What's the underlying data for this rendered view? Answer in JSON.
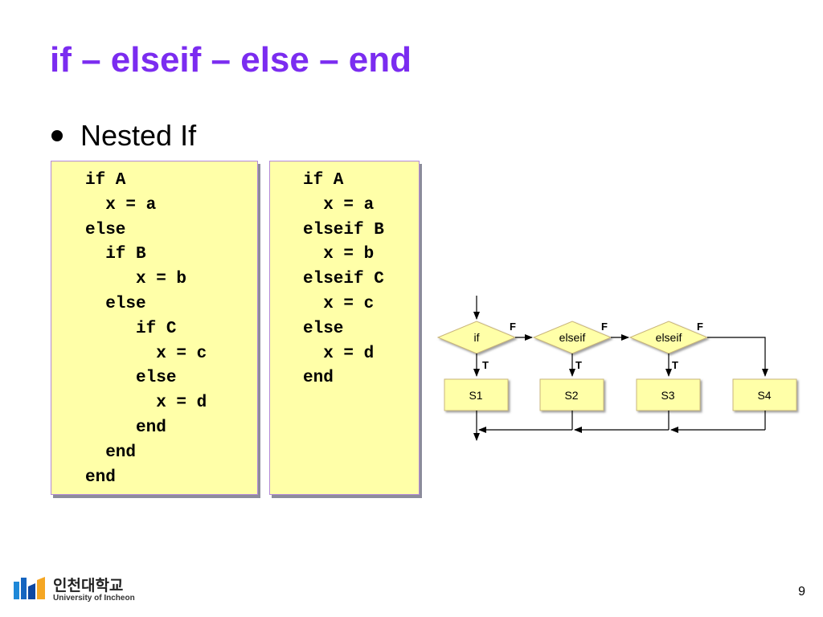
{
  "slide": {
    "title": "if – elseif – else – end",
    "bullet": "Nested If",
    "page_number": "9"
  },
  "code": {
    "nested": "if A\n  x = a\nelse\n  if B\n     x = b\n  else\n     if C\n       x = c\n     else\n       x = d\n     end\n  end\nend",
    "elseif": "if A\n  x = a\nelseif B\n  x = b\nelseif C\n  x = c\nelse\n  x = d\nend"
  },
  "flowchart": {
    "decisions": [
      "if",
      "elseif",
      "elseif"
    ],
    "statements": [
      "S1",
      "S2",
      "S3",
      "S4"
    ],
    "true_label": "T",
    "false_label": "F"
  },
  "logo": {
    "korean": "인천대학교",
    "english": "University of Incheon"
  },
  "colors": {
    "title": "#7b2cf0",
    "code_bg": "#ffffa8",
    "diamond_fill": "#ffffa8",
    "arrow": "#000000"
  }
}
